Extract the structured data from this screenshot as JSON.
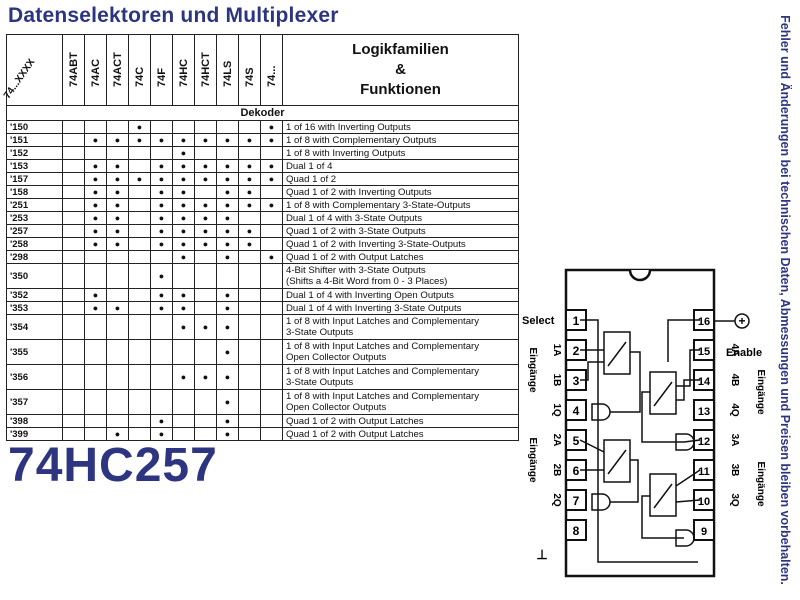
{
  "title": "Datenselektoren und Multiplexer",
  "side_note": "Fehler und Änderungen bei technischen Daten, Abmessungen und Preisen bleiben vorbehalten.",
  "part_number": "74HC257",
  "table": {
    "code_header": "74...XXXX",
    "families": [
      "74ABT",
      "74AC",
      "74ACT",
      "74C",
      "74F",
      "74HC",
      "74HCT",
      "74LS",
      "74S",
      "74..."
    ],
    "function_header_lines": [
      "Logikfamilien",
      "&",
      "Funktionen"
    ],
    "section": "Dekoder",
    "dot": "●",
    "rows": [
      {
        "code": "'150",
        "dots": [
          0,
          0,
          0,
          1,
          0,
          0,
          0,
          0,
          0,
          1
        ],
        "func": "1 of 16 with Inverting Outputs"
      },
      {
        "code": "'151",
        "dots": [
          0,
          1,
          1,
          1,
          1,
          1,
          1,
          1,
          1,
          1
        ],
        "func": "1 of 8 with Complementary Outputs"
      },
      {
        "code": "'152",
        "dots": [
          0,
          0,
          0,
          0,
          0,
          1,
          0,
          0,
          0,
          0
        ],
        "func": "1 of 8 with Inverting Outputs"
      },
      {
        "code": "'153",
        "dots": [
          0,
          1,
          1,
          0,
          1,
          1,
          1,
          1,
          1,
          1
        ],
        "func": "Dual 1 of 4"
      },
      {
        "code": "'157",
        "dots": [
          0,
          1,
          1,
          1,
          1,
          1,
          1,
          1,
          1,
          1
        ],
        "func": "Quad 1 of 2"
      },
      {
        "code": "'158",
        "dots": [
          0,
          1,
          1,
          0,
          1,
          1,
          0,
          1,
          1,
          0
        ],
        "func": "Quad 1 of 2 with Inverting Outputs"
      },
      {
        "code": "'251",
        "dots": [
          0,
          1,
          1,
          0,
          1,
          1,
          1,
          1,
          1,
          1
        ],
        "func": "1 of 8 with Complementary 3-State-Outputs"
      },
      {
        "code": "'253",
        "dots": [
          0,
          1,
          1,
          0,
          1,
          1,
          1,
          1,
          0,
          0
        ],
        "func": "Dual 1 of 4 with 3-State Outputs"
      },
      {
        "code": "'257",
        "dots": [
          0,
          1,
          1,
          0,
          1,
          1,
          1,
          1,
          1,
          0
        ],
        "func": "Quad 1 of 2 with 3-State Outputs"
      },
      {
        "code": "'258",
        "dots": [
          0,
          1,
          1,
          0,
          1,
          1,
          1,
          1,
          1,
          0
        ],
        "func": "Quad 1 of 2 with Inverting 3-State-Outputs"
      },
      {
        "code": "'298",
        "dots": [
          0,
          0,
          0,
          0,
          0,
          1,
          0,
          1,
          0,
          1
        ],
        "func": "Quad 1 of 2 with Output Latches"
      },
      {
        "code": "'350",
        "dots": [
          0,
          0,
          0,
          0,
          1,
          0,
          0,
          0,
          0,
          0
        ],
        "func": "4-Bit Shifter with 3-State Outputs",
        "func2": "(Shifts a 4-Bit Word from 0 - 3 Places)"
      },
      {
        "code": "'352",
        "dots": [
          0,
          1,
          0,
          0,
          1,
          1,
          0,
          1,
          0,
          0
        ],
        "func": "Dual 1 of 4 with Inverting Open Outputs"
      },
      {
        "code": "'353",
        "dots": [
          0,
          1,
          1,
          0,
          1,
          1,
          0,
          1,
          0,
          0
        ],
        "func": "Dual 1 of 4 with Inverting 3-State Outputs"
      },
      {
        "code": "'354",
        "dots": [
          0,
          0,
          0,
          0,
          0,
          1,
          1,
          1,
          0,
          0
        ],
        "func": "1 of 8 with Input Latches and Complementary",
        "func2": "3-State Outputs"
      },
      {
        "code": "'355",
        "dots": [
          0,
          0,
          0,
          0,
          0,
          0,
          0,
          1,
          0,
          0
        ],
        "func": "1 of 8 with Input Latches and Complementary",
        "func2": "Open Collector Outputs"
      },
      {
        "code": "'356",
        "dots": [
          0,
          0,
          0,
          0,
          0,
          1,
          1,
          1,
          0,
          0
        ],
        "func": "1 of 8 with Input Latches and Complementary",
        "func2": "3-State Outputs"
      },
      {
        "code": "'357",
        "dots": [
          0,
          0,
          0,
          0,
          0,
          0,
          0,
          1,
          0,
          0
        ],
        "func": "1 of 8 with Input Latches and Complementary",
        "func2": "Open Collector Outputs"
      },
      {
        "code": "'398",
        "dots": [
          0,
          0,
          0,
          0,
          1,
          0,
          0,
          1,
          0,
          0
        ],
        "func": "Quad 1 of 2 with Output Latches"
      },
      {
        "code": "'399",
        "dots": [
          0,
          0,
          1,
          0,
          1,
          0,
          0,
          1,
          0,
          0
        ],
        "func": "Quad 1 of 2 with Output Latches"
      }
    ]
  },
  "pinout": {
    "left_pins": [
      "1",
      "2",
      "3",
      "4",
      "5",
      "6",
      "7",
      "8"
    ],
    "right_pins": [
      "16",
      "15",
      "14",
      "13",
      "12",
      "11",
      "10",
      "9"
    ],
    "labels": {
      "select": "Select",
      "enable": "Enable",
      "plus": "+",
      "ground": "⊥",
      "left_inner": [
        "1A",
        "1B",
        "1Q",
        "2A",
        "2B",
        "2Q"
      ],
      "right_inner": [
        "4A",
        "4B",
        "4Q",
        "3A",
        "3B",
        "3Q"
      ],
      "eingaenge": "Eingänge"
    }
  }
}
